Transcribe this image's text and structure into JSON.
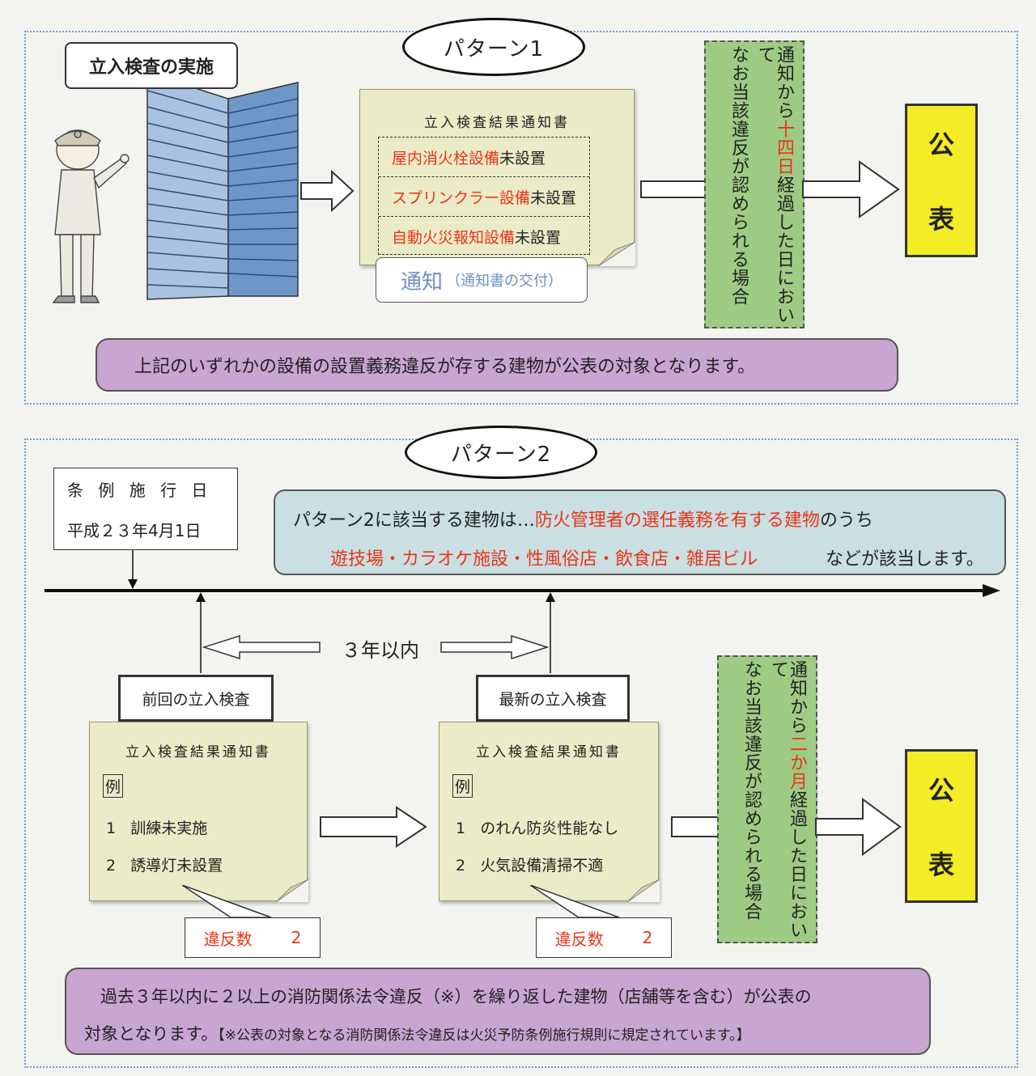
{
  "pattern1": {
    "label": "パターン1",
    "inspection_label": "立入検査の実施",
    "doc_title": "立入検査結果通知書",
    "items": [
      {
        "red": "屋内消火栓設備",
        "black": "未設置"
      },
      {
        "red": "スプリンクラー設備",
        "black": "未設置"
      },
      {
        "red": "自動火災報知設備",
        "black": "未設置"
      }
    ],
    "notice_main": "通知",
    "notice_sub": "（通知書の交付）",
    "condition_a": "通知から",
    "condition_red": "十四日",
    "condition_b": "経過した日において",
    "condition_c": "なお当該違反が認められる場合",
    "publish_1": "公",
    "publish_2": "表",
    "summary": "上記のいずれかの設備の設置義務違反が存する建物が公表の対象となります。"
  },
  "pattern2": {
    "label": "パターン2",
    "ordinance_title": "条 例 施 行 日",
    "ordinance_date": "平成２３年4月1日",
    "target_prefix": "パターン2に該当する建物は…",
    "target_red": "防火管理者の選任義務を有する建物",
    "target_suffix": "のうち",
    "target_types": "遊技場・カラオケ施設・性風俗店・飲食店・雑居ビル",
    "target_end": "などが該当します。",
    "within": "３年以内",
    "prev_label": "前回の立入検査",
    "latest_label": "最新の立入検査",
    "doc_title": "立入検査結果通知書",
    "example": "例",
    "prev_items": [
      {
        "num": "1",
        "text": "訓練未実施"
      },
      {
        "num": "2",
        "text": "誘導灯未設置"
      }
    ],
    "latest_items": [
      {
        "num": "1",
        "text": "のれん防炎性能なし"
      },
      {
        "num": "2",
        "text": "火気設備清掃不適"
      }
    ],
    "violation_label": "違反数",
    "violation_count": "2",
    "condition_a": "通知から",
    "condition_red": "二か月",
    "condition_b": "経過した日において",
    "condition_c": "なお当該違反が認められる場合",
    "publish_1": "公",
    "publish_2": "表",
    "summary_1": "過去３年以内に２以上の消防関係法令違反（※）を繰り返した建物（店舗等を含む）が公表の",
    "summary_2a": "対象となります。",
    "summary_2b": "【※公表の対象となる消防関係法令違反は火災予防条例施行規則に規定されています。】"
  },
  "colors": {
    "accent_red": "#e8351a",
    "green": "#9ecb84",
    "yellow": "#f4ec25",
    "purple": "#c9a5d2",
    "teal": "#c9dfe2",
    "building": "#8fb0d8"
  }
}
